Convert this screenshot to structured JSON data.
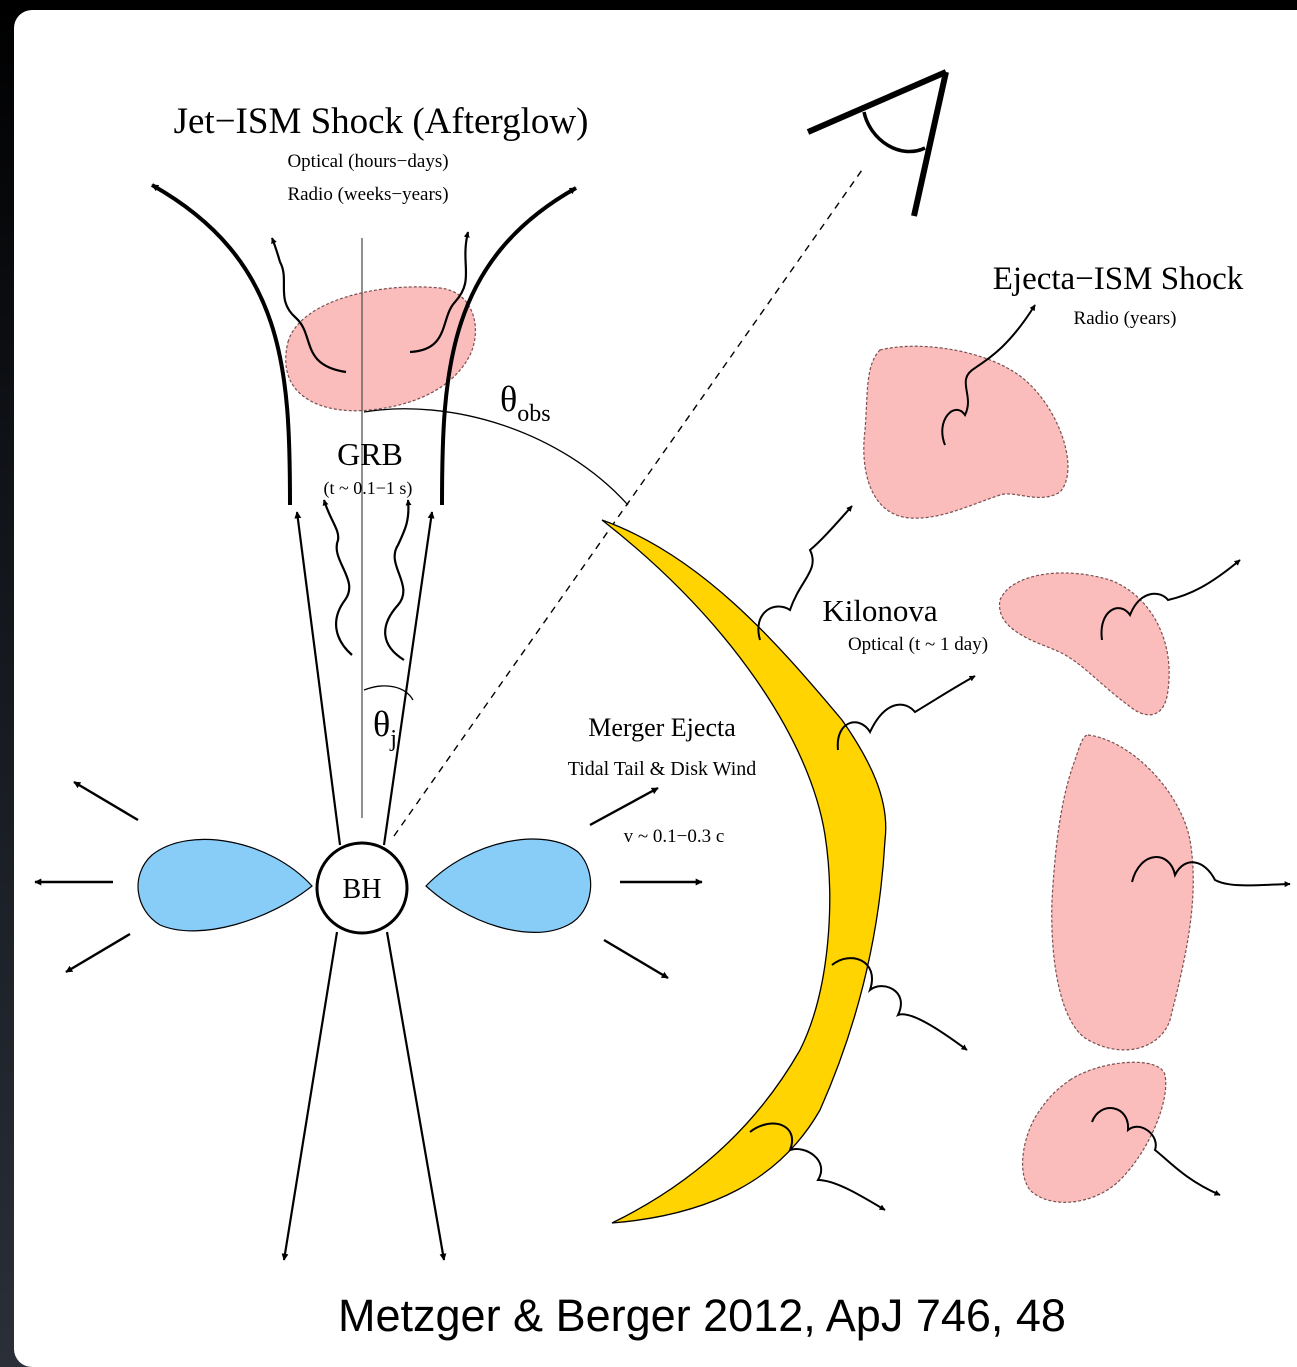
{
  "labels": {
    "jet_ism_shock": "Jet−ISM Shock (Afterglow)",
    "jet_optical": "Optical (hours−days)",
    "jet_radio": "Radio (weeks−years)",
    "theta_obs_base": "θ",
    "theta_obs_sub": "obs",
    "grb": "GRB",
    "grb_time": "(t ~ 0.1−1 s)",
    "theta_j_base": "θ",
    "theta_j_sub": "j",
    "bh": "BH",
    "merger_ejecta": "Merger Ejecta",
    "tidal_tail": "Tidal Tail & Disk Wind",
    "velocity": "v ~ 0.1−0.3 c",
    "kilonova": "Kilonova",
    "kilonova_optical": "Optical (t ~ 1 day)",
    "ejecta_ism_shock": "Ejecta−ISM Shock",
    "ejecta_radio": "Radio (years)",
    "citation": "Metzger & Berger 2012, ApJ 746, 48"
  },
  "colors": {
    "shock_fill": "#fbbcbc",
    "disk_fill": "#88cdf8",
    "ejecta_fill": "#ffd400",
    "background": "#ffffff"
  },
  "icons": {
    "observer": "eye-icon",
    "black_hole": "circle"
  }
}
